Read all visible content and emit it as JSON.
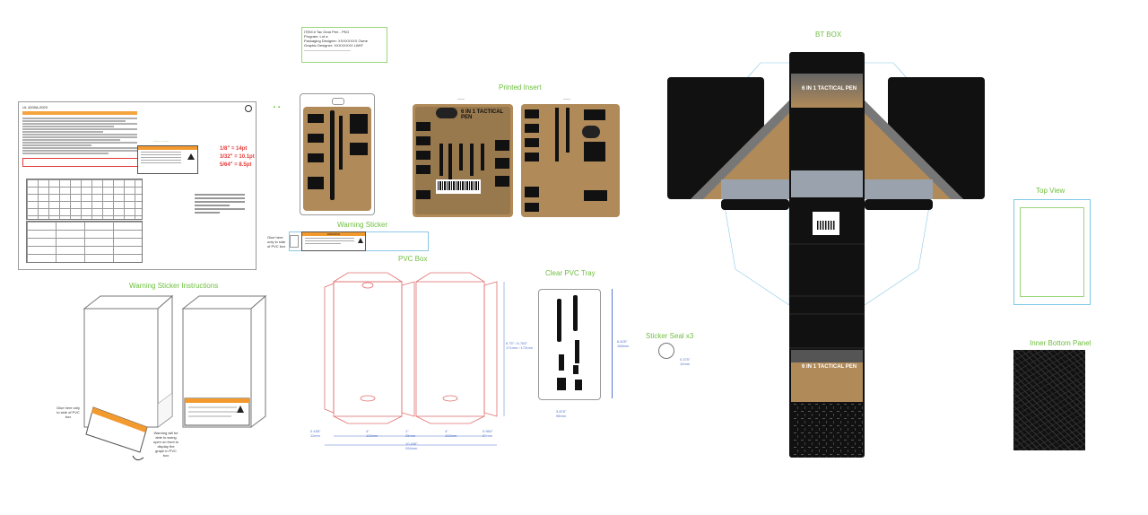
{
  "labels": {
    "bt_box": "BT BOX",
    "printed_insert": "Printed Insert",
    "warning_sticker": "Warning Sticker",
    "warning_sticker_instructions": "Warning Sticker Instructions",
    "pvc_box": "PVC Box",
    "clear_pvc_tray": "Clear PVC Tray",
    "sticker_seal": "Sticker Seal x3",
    "top_view": "Top View",
    "inner_bottom_panel": "Inner Bottom Panel",
    "product_name": "6 IN 1 TACTICAL PEN",
    "glue_note_1": "Glue here only to side of PVC box",
    "glue_note_2": "Glue here only to side of PVC box",
    "warning_will_note": "Warning will be able to swing open on front to display the graph in PVC box",
    "doc_header": "UL 4200A-2023",
    "warning_header": "WARNING"
  },
  "font_sizes": {
    "line1": "1/8\" = 14pt",
    "line2": "3/32\" = 10.1pt",
    "line3": "5/64\" = 8.5pt"
  },
  "spec_box": {
    "lines": [
      "ITEM # Tac Gear Pen - PKG",
      "Program: Lot a",
      "Packaging Designer: XXXXXXXX Owne",
      "Graphic Designer: XXXXXXXX LIMIT",
      "—————————————"
    ]
  },
  "dims": {
    "pvc_w1": "4\"\n102mm",
    "pvc_gap": "1\"\n25mm",
    "pvc_w2": "4\"\n102mm",
    "pvc_side": "0.984\"\n25mm",
    "pvc_left": "0.438\"\n11mm",
    "pvc_total": "10.406\"\n264mm",
    "pvc_h": "6.75\" / 6.763\"\n171mm / 172mm",
    "tray_h": "6.625\"\n168mm",
    "tray_w": "3.875\"\n98mm",
    "seal": "0.375\"\n10mm"
  },
  "colors": {
    "accent_green": "#6fbf40",
    "warning_orange": "#f29a2e",
    "tan": "#b08a58",
    "black": "#111111",
    "dieline_pink": "#e07070",
    "dim_blue": "#5577cc"
  }
}
